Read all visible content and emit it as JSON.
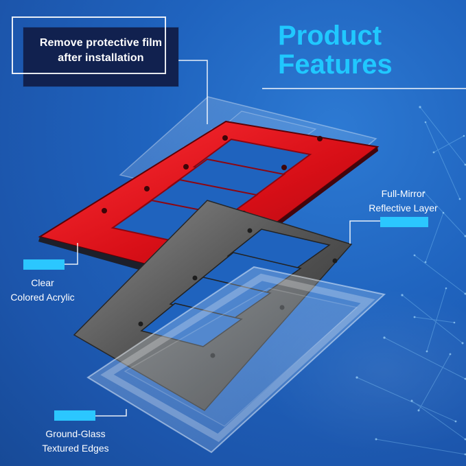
{
  "header": {
    "title_line1": "Product",
    "title_line2": "Features"
  },
  "notice": {
    "line1": "Remove protective film",
    "line2": "after installation"
  },
  "callouts": {
    "acrylic_line1": "Clear",
    "acrylic_line2": "Colored Acrylic",
    "mirror_line1": "Full-Mirror",
    "mirror_line2": "Reflective Layer",
    "glass_line1": "Ground-Glass",
    "glass_line2": "Textured Edges"
  },
  "colors": {
    "background": "#1f63be",
    "title": "#20c8ff",
    "acrylic": "#d9141c",
    "mirror": "#6e6e6e",
    "glass": "#a9d7ff",
    "note_box": "#11214f",
    "tag": "#2bc7ff"
  }
}
